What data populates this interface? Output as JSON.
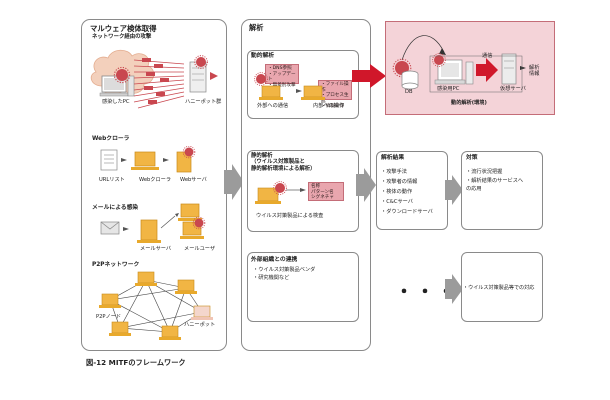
{
  "caption": "図-12 MITFのフレームワーク",
  "colors": {
    "virus": "#c9474f",
    "folder": "#e8a92c",
    "pink_panel": "#f4d3d8",
    "pink_box": "#e9a6ae",
    "gray_arrow": "#9b9b9b",
    "red_arrow": "#d0172a"
  },
  "collection": {
    "title": "マルウェア検体取得",
    "network": {
      "heading": "ネットワーク経由の攻撃",
      "infected_pc": "感染したPC",
      "honeypot_group": "ハニーポット群",
      "cloud_icon": "internet-cloud-icon"
    },
    "web": {
      "heading": "Webクローラ",
      "url_list": "URLリスト",
      "crawler": "Webクローラ",
      "server": "Webサーバ"
    },
    "mail": {
      "heading": "メールによる感染",
      "mail_server": "メールサーバ",
      "mail_user": "メールユーザ"
    },
    "p2p": {
      "heading": "P2Pネットワーク",
      "node": "P2Pノード",
      "honeypot": "ハニーポット"
    }
  },
  "analysis": {
    "title": "解析",
    "dynamic": {
      "heading": "動的解析",
      "external_box": "・DNS参照\n・アップデート\n・無差別攻撃",
      "internal_box": "・ファイル操作\n・プロセス生成\n・情報取得",
      "external_label": "外部への通信",
      "internal_label": "内部への操作"
    },
    "static": {
      "heading": "静的解析\n（ウイルス対策製品と\n静的解析環境による解析）",
      "sig_box": "名称\nパターン名\nシグネチャ",
      "label": "ウイルス対策製品による検査"
    },
    "external": {
      "heading": "外部組織との連携",
      "items": [
        "・ウイルス対策製品ベンダ",
        "・研究機関など"
      ]
    }
  },
  "environment": {
    "db": "DB",
    "infected_pc": "感染用PC",
    "virtual_server": "仮想サーバ",
    "comm_label": "通信",
    "analysis_info": "解析\n情報",
    "title": "動的解析(環境)"
  },
  "results": {
    "heading": "解析結果",
    "items": [
      "・攻撃手法",
      "・攻撃者の情報",
      "・検体の動作",
      "・C&Cサーバ",
      "・ダウンロードサーバ"
    ]
  },
  "countermeasures": {
    "heading": "対策",
    "items": [
      "・流行状況把握",
      "・解析結果のサービスへ\n  の応用"
    ]
  },
  "more": {
    "dots": "・・・",
    "avproducts": "・ウイルス対策製品等での対応"
  }
}
